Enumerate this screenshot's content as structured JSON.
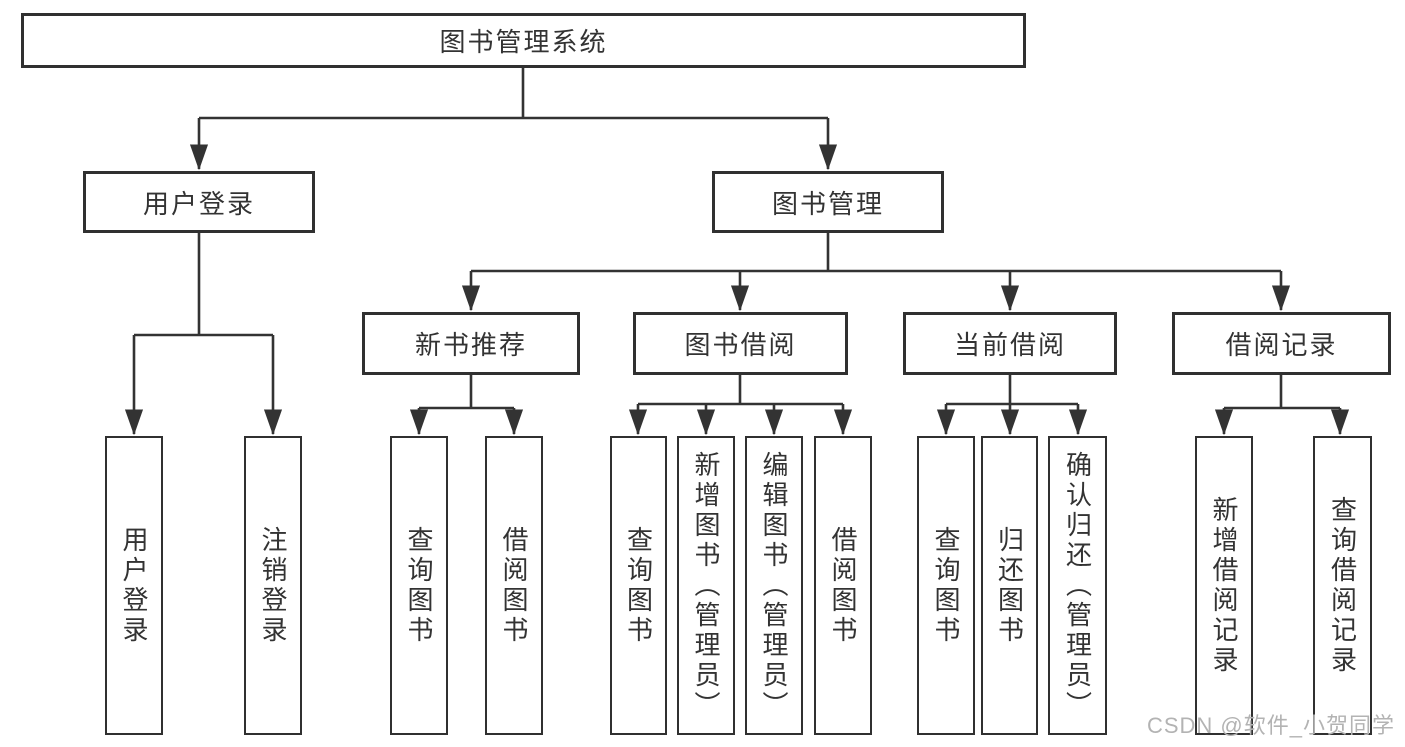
{
  "diagram": {
    "background": "#ffffff",
    "line_color": "#333333",
    "border_color": "#303030",
    "text_color": "#333333"
  },
  "tree": {
    "label": "图书管理系统",
    "children": [
      {
        "label": "用户登录",
        "children": [
          {
            "label": "用户登录"
          },
          {
            "label": "注销登录"
          }
        ]
      },
      {
        "label": "图书管理",
        "children": [
          {
            "label": "新书推荐",
            "children": [
              {
                "label": "查询图书"
              },
              {
                "label": "借阅图书"
              }
            ]
          },
          {
            "label": "图书借阅",
            "children": [
              {
                "label": "查询图书"
              },
              {
                "label": "新增图书（管理员）"
              },
              {
                "label": "编辑图书（管理员）"
              },
              {
                "label": "借阅图书"
              }
            ]
          },
          {
            "label": "当前借阅",
            "children": [
              {
                "label": "查询图书"
              },
              {
                "label": "归还图书"
              },
              {
                "label": "确认归还（管理员）"
              }
            ]
          },
          {
            "label": "借阅记录",
            "children": [
              {
                "label": "新增借阅记录"
              },
              {
                "label": "查询借阅记录"
              }
            ]
          }
        ]
      }
    ]
  },
  "watermark": {
    "text": "CSDN @软件_小贺同学",
    "color": "#b3b3b3"
  }
}
